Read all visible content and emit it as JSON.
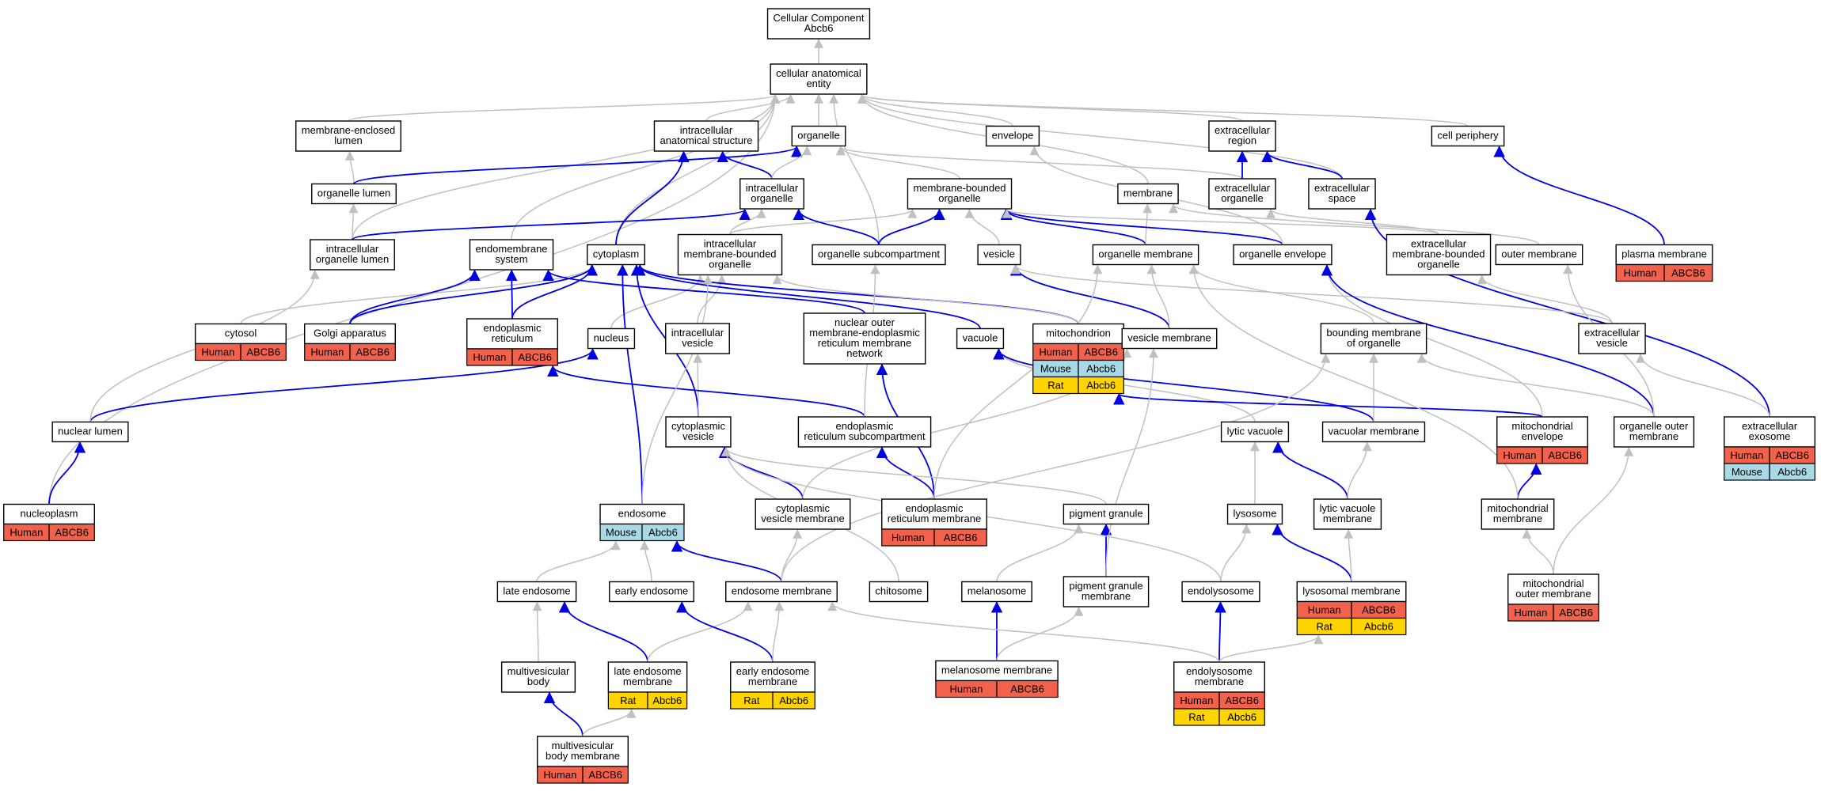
{
  "colors": {
    "human": "#f1614b",
    "mouse": "#a8d9e6",
    "rat": "#ffd400",
    "is_a_edge": "#c0c0c0",
    "part_of_edge": "#0000e0"
  },
  "nodes": [
    {
      "id": "root",
      "lines": [
        "Cellular Component",
        "Abcb6"
      ]
    },
    {
      "id": "cae",
      "lines": [
        "cellular anatomical",
        "entity"
      ]
    },
    {
      "id": "mel_lumen",
      "lines": [
        "membrane-enclosed",
        "lumen"
      ]
    },
    {
      "id": "ias",
      "lines": [
        "intracellular",
        "anatomical structure"
      ]
    },
    {
      "id": "organelle",
      "lines": [
        "organelle"
      ]
    },
    {
      "id": "envelope",
      "lines": [
        "envelope"
      ]
    },
    {
      "id": "ecr",
      "lines": [
        "extracellular",
        "region"
      ]
    },
    {
      "id": "cellper",
      "lines": [
        "cell periphery"
      ]
    },
    {
      "id": "org_lumen",
      "lines": [
        "organelle lumen"
      ]
    },
    {
      "id": "ic_org",
      "lines": [
        "intracellular",
        "organelle"
      ]
    },
    {
      "id": "mbo",
      "lines": [
        "membrane-bounded",
        "organelle"
      ]
    },
    {
      "id": "membrane",
      "lines": [
        "membrane"
      ]
    },
    {
      "id": "ec_org",
      "lines": [
        "extracellular",
        "organelle"
      ]
    },
    {
      "id": "ec_space",
      "lines": [
        "extracellular",
        "space"
      ]
    },
    {
      "id": "icol",
      "lines": [
        "intracellular",
        "organelle lumen"
      ]
    },
    {
      "id": "endomem",
      "lines": [
        "endomembrane",
        "system"
      ]
    },
    {
      "id": "cytoplasm",
      "lines": [
        "cytoplasm"
      ]
    },
    {
      "id": "imbo",
      "lines": [
        "intracellular",
        "membrane-bounded",
        "organelle"
      ]
    },
    {
      "id": "org_sub",
      "lines": [
        "organelle subcompartment"
      ]
    },
    {
      "id": "vesicle",
      "lines": [
        "vesicle"
      ]
    },
    {
      "id": "org_mem",
      "lines": [
        "organelle membrane"
      ]
    },
    {
      "id": "org_env",
      "lines": [
        "organelle envelope"
      ]
    },
    {
      "id": "ec_mbo",
      "lines": [
        "extracellular",
        "membrane-bounded",
        "organelle"
      ]
    },
    {
      "id": "outer_mem",
      "lines": [
        "outer membrane"
      ]
    },
    {
      "id": "plasma_mem",
      "lines": [
        "plasma membrane"
      ],
      "tags": [
        [
          "human",
          "Human",
          "ABCB6"
        ]
      ]
    },
    {
      "id": "cytosol",
      "lines": [
        "cytosol"
      ],
      "tags": [
        [
          "human",
          "Human",
          "ABCB6"
        ]
      ]
    },
    {
      "id": "golgi",
      "lines": [
        "Golgi apparatus"
      ],
      "tags": [
        [
          "human",
          "Human",
          "ABCB6"
        ]
      ]
    },
    {
      "id": "er",
      "lines": [
        "endoplasmic",
        "reticulum"
      ],
      "tags": [
        [
          "human",
          "Human",
          "ABCB6"
        ]
      ]
    },
    {
      "id": "nucleus",
      "lines": [
        "nucleus"
      ]
    },
    {
      "id": "ic_vesicle",
      "lines": [
        "intracellular",
        "vesicle"
      ]
    },
    {
      "id": "nuc_outer",
      "lines": [
        "nuclear outer",
        "membrane-endoplasmic",
        "reticulum membrane",
        "network"
      ]
    },
    {
      "id": "vacuole",
      "lines": [
        "vacuole"
      ]
    },
    {
      "id": "mito",
      "lines": [
        "mitochondrion"
      ],
      "tags": [
        [
          "human",
          "Human",
          "ABCB6"
        ],
        [
          "mouse",
          "Mouse",
          "Abcb6"
        ],
        [
          "rat",
          "Rat",
          "Abcb6"
        ]
      ]
    },
    {
      "id": "ves_mem",
      "lines": [
        "vesicle membrane"
      ]
    },
    {
      "id": "bound_mem",
      "lines": [
        "bounding membrane",
        "of organelle"
      ]
    },
    {
      "id": "ec_vesicle",
      "lines": [
        "extracellular",
        "vesicle"
      ]
    },
    {
      "id": "nuc_lumen",
      "lines": [
        "nuclear lumen"
      ]
    },
    {
      "id": "cyto_ves",
      "lines": [
        "cytoplasmic",
        "vesicle"
      ]
    },
    {
      "id": "er_sub",
      "lines": [
        "endoplasmic",
        "reticulum subcompartment"
      ]
    },
    {
      "id": "lytic_vac",
      "lines": [
        "lytic vacuole"
      ]
    },
    {
      "id": "vac_mem",
      "lines": [
        "vacuolar membrane"
      ]
    },
    {
      "id": "mito_env",
      "lines": [
        "mitochondrial",
        "envelope"
      ],
      "tags": [
        [
          "human",
          "Human",
          "ABCB6"
        ]
      ]
    },
    {
      "id": "org_outer",
      "lines": [
        "organelle outer",
        "membrane"
      ]
    },
    {
      "id": "ec_exosome",
      "lines": [
        "extracellular",
        "exosome"
      ],
      "tags": [
        [
          "human",
          "Human",
          "ABCB6"
        ],
        [
          "mouse",
          "Mouse",
          "Abcb6"
        ]
      ]
    },
    {
      "id": "nucleoplasm",
      "lines": [
        "nucleoplasm"
      ],
      "tags": [
        [
          "human",
          "Human",
          "ABCB6"
        ]
      ]
    },
    {
      "id": "endosome",
      "lines": [
        "endosome"
      ],
      "tags": [
        [
          "mouse",
          "Mouse",
          "Abcb6"
        ]
      ]
    },
    {
      "id": "cyto_ves_mem",
      "lines": [
        "cytoplasmic",
        "vesicle membrane"
      ]
    },
    {
      "id": "er_mem",
      "lines": [
        "endoplasmic",
        "reticulum membrane"
      ],
      "tags": [
        [
          "human",
          "Human",
          "ABCB6"
        ]
      ]
    },
    {
      "id": "pigment",
      "lines": [
        "pigment granule"
      ]
    },
    {
      "id": "lysosome",
      "lines": [
        "lysosome"
      ]
    },
    {
      "id": "lytic_vac_mem",
      "lines": [
        "lytic vacuole",
        "membrane"
      ]
    },
    {
      "id": "mito_mem",
      "lines": [
        "mitochondrial",
        "membrane"
      ]
    },
    {
      "id": "late_endo",
      "lines": [
        "late endosome"
      ]
    },
    {
      "id": "early_endo",
      "lines": [
        "early endosome"
      ]
    },
    {
      "id": "endo_mem",
      "lines": [
        "endosome membrane"
      ]
    },
    {
      "id": "chitosome",
      "lines": [
        "chitosome"
      ]
    },
    {
      "id": "melanosome",
      "lines": [
        "melanosome"
      ]
    },
    {
      "id": "pig_mem",
      "lines": [
        "pigment granule",
        "membrane"
      ]
    },
    {
      "id": "endolyso",
      "lines": [
        "endolysosome"
      ]
    },
    {
      "id": "lyso_mem",
      "lines": [
        "lysosomal membrane"
      ],
      "tags": [
        [
          "human",
          "Human",
          "ABCB6"
        ],
        [
          "rat",
          "Rat",
          "Abcb6"
        ]
      ]
    },
    {
      "id": "mito_outer",
      "lines": [
        "mitochondrial",
        "outer membrane"
      ],
      "tags": [
        [
          "human",
          "Human",
          "ABCB6"
        ]
      ]
    },
    {
      "id": "mvb",
      "lines": [
        "multivesicular",
        "body"
      ]
    },
    {
      "id": "late_endo_mem",
      "lines": [
        "late endosome",
        "membrane"
      ],
      "tags": [
        [
          "rat",
          "Rat",
          "Abcb6"
        ]
      ]
    },
    {
      "id": "early_endo_mem",
      "lines": [
        "early endosome",
        "membrane"
      ],
      "tags": [
        [
          "rat",
          "Rat",
          "Abcb6"
        ]
      ]
    },
    {
      "id": "melano_mem",
      "lines": [
        "melanosome membrane"
      ],
      "tags": [
        [
          "human",
          "Human",
          "ABCB6"
        ]
      ]
    },
    {
      "id": "endolyso_mem",
      "lines": [
        "endolysosome",
        "membrane"
      ],
      "tags": [
        [
          "human",
          "Human",
          "ABCB6"
        ],
        [
          "rat",
          "Rat",
          "Abcb6"
        ]
      ]
    },
    {
      "id": "mvb_mem",
      "lines": [
        "multivesicular",
        "body membrane"
      ],
      "tags": [
        [
          "human",
          "Human",
          "ABCB6"
        ]
      ]
    }
  ],
  "edges": [
    [
      "cae",
      "root",
      "isa"
    ],
    [
      "mel_lumen",
      "cae",
      "isa"
    ],
    [
      "ias",
      "cae",
      "isa"
    ],
    [
      "organelle",
      "cae",
      "isa"
    ],
    [
      "envelope",
      "cae",
      "isa"
    ],
    [
      "ecr",
      "cae",
      "isa"
    ],
    [
      "cellper",
      "cae",
      "isa"
    ],
    [
      "membrane",
      "cae",
      "isa"
    ],
    [
      "ec_space",
      "cae",
      "isa"
    ],
    [
      "endomem",
      "cae",
      "isa"
    ],
    [
      "cytoplasm",
      "cae",
      "isa"
    ],
    [
      "org_sub",
      "cae",
      "isa"
    ],
    [
      "nucleoplasm",
      "cae",
      "isa"
    ],
    [
      "icol",
      "cae",
      "isa"
    ],
    [
      "org_lumen",
      "mel_lumen",
      "isa"
    ],
    [
      "org_lumen",
      "organelle",
      "part"
    ],
    [
      "ic_org",
      "ias",
      "part"
    ],
    [
      "ic_org",
      "organelle",
      "isa"
    ],
    [
      "mbo",
      "organelle",
      "isa"
    ],
    [
      "ec_org",
      "organelle",
      "isa"
    ],
    [
      "ec_org",
      "ecr",
      "part"
    ],
    [
      "ec_space",
      "ecr",
      "part"
    ],
    [
      "plasma_mem",
      "cellper",
      "part"
    ],
    [
      "icol",
      "org_lumen",
      "isa"
    ],
    [
      "icol",
      "ic_org",
      "part"
    ],
    [
      "cytoplasm",
      "ias",
      "part"
    ],
    [
      "imbo",
      "ic_org",
      "isa"
    ],
    [
      "imbo",
      "mbo",
      "isa"
    ],
    [
      "org_sub",
      "ic_org",
      "part"
    ],
    [
      "org_sub",
      "mbo",
      "part"
    ],
    [
      "org_mem",
      "mbo",
      "part"
    ],
    [
      "org_mem",
      "membrane",
      "isa"
    ],
    [
      "org_env",
      "mbo",
      "part"
    ],
    [
      "org_env",
      "envelope",
      "isa"
    ],
    [
      "ec_mbo",
      "ec_org",
      "isa"
    ],
    [
      "ec_mbo",
      "mbo",
      "isa"
    ],
    [
      "outer_mem",
      "membrane",
      "isa"
    ],
    [
      "ec_exosome",
      "ec_space",
      "part"
    ],
    [
      "vesicle",
      "mbo",
      "isa"
    ],
    [
      "cytosol",
      "cytoplasm",
      "isa"
    ],
    [
      "golgi",
      "cytoplasm",
      "part"
    ],
    [
      "golgi",
      "endomem",
      "part"
    ],
    [
      "er",
      "cytoplasm",
      "part"
    ],
    [
      "er",
      "endomem",
      "part"
    ],
    [
      "nucleus",
      "imbo",
      "isa"
    ],
    [
      "ic_vesicle",
      "imbo",
      "isa"
    ],
    [
      "nuc_outer",
      "endomem",
      "part"
    ],
    [
      "vacuole",
      "cytoplasm",
      "part"
    ],
    [
      "mito",
      "cytoplasm",
      "part"
    ],
    [
      "mito",
      "imbo",
      "isa"
    ],
    [
      "ves_mem",
      "vesicle",
      "part"
    ],
    [
      "ves_mem",
      "org_mem",
      "isa"
    ],
    [
      "bound_mem",
      "org_mem",
      "isa"
    ],
    [
      "ec_vesicle",
      "vesicle",
      "isa"
    ],
    [
      "ec_vesicle",
      "ec_mbo",
      "isa"
    ],
    [
      "nuc_lumen",
      "nucleus",
      "part"
    ],
    [
      "nuc_lumen",
      "icol",
      "isa"
    ],
    [
      "cyto_ves",
      "cytoplasm",
      "part"
    ],
    [
      "cyto_ves",
      "ic_vesicle",
      "isa"
    ],
    [
      "er_sub",
      "er",
      "part"
    ],
    [
      "er_sub",
      "org_sub",
      "isa"
    ],
    [
      "lytic_vac",
      "vacuole",
      "isa"
    ],
    [
      "vac_mem",
      "vacuole",
      "part"
    ],
    [
      "vac_mem",
      "bound_mem",
      "isa"
    ],
    [
      "mito_env",
      "mito",
      "part"
    ],
    [
      "mito_env",
      "org_env",
      "isa"
    ],
    [
      "org_outer",
      "org_env",
      "part"
    ],
    [
      "org_outer",
      "outer_mem",
      "isa"
    ],
    [
      "org_outer",
      "bound_mem",
      "isa"
    ],
    [
      "ec_exosome",
      "ec_vesicle",
      "isa"
    ],
    [
      "nucleoplasm",
      "nuc_lumen",
      "part"
    ],
    [
      "endosome",
      "cytoplasm",
      "part"
    ],
    [
      "endosome",
      "imbo",
      "isa"
    ],
    [
      "cyto_ves_mem",
      "cyto_ves",
      "part"
    ],
    [
      "cyto_ves_mem",
      "ves_mem",
      "isa"
    ],
    [
      "er_mem",
      "nuc_outer",
      "part"
    ],
    [
      "er_mem",
      "er_sub",
      "part"
    ],
    [
      "er_mem",
      "org_mem",
      "isa"
    ],
    [
      "pigment",
      "cyto_ves",
      "isa"
    ],
    [
      "lysosome",
      "lytic_vac",
      "isa"
    ],
    [
      "lytic_vac_mem",
      "lytic_vac",
      "part"
    ],
    [
      "lytic_vac_mem",
      "vac_mem",
      "isa"
    ],
    [
      "mito_mem",
      "mito_env",
      "part"
    ],
    [
      "mito_mem",
      "org_mem",
      "isa"
    ],
    [
      "late_endo",
      "endosome",
      "isa"
    ],
    [
      "early_endo",
      "endosome",
      "isa"
    ],
    [
      "endo_mem",
      "endosome",
      "part"
    ],
    [
      "endo_mem",
      "cyto_ves_mem",
      "isa"
    ],
    [
      "endo_mem",
      "bound_mem",
      "isa"
    ],
    [
      "chitosome",
      "cyto_ves",
      "isa"
    ],
    [
      "melanosome",
      "pigment",
      "isa"
    ],
    [
      "pig_mem",
      "pigment",
      "part"
    ],
    [
      "pig_mem",
      "ves_mem",
      "isa"
    ],
    [
      "endolyso",
      "lysosome",
      "isa"
    ],
    [
      "endolyso",
      "cyto_ves",
      "isa"
    ],
    [
      "lyso_mem",
      "lysosome",
      "part"
    ],
    [
      "lyso_mem",
      "lytic_vac_mem",
      "isa"
    ],
    [
      "mito_outer",
      "mito_mem",
      "isa"
    ],
    [
      "mito_outer",
      "org_outer",
      "isa"
    ],
    [
      "mvb",
      "late_endo",
      "isa"
    ],
    [
      "late_endo_mem",
      "late_endo",
      "part"
    ],
    [
      "late_endo_mem",
      "endo_mem",
      "isa"
    ],
    [
      "early_endo_mem",
      "early_endo",
      "part"
    ],
    [
      "early_endo_mem",
      "endo_mem",
      "isa"
    ],
    [
      "melano_mem",
      "melanosome",
      "part"
    ],
    [
      "melano_mem",
      "pig_mem",
      "isa"
    ],
    [
      "endolyso_mem",
      "endolyso",
      "part"
    ],
    [
      "endolyso_mem",
      "lyso_mem",
      "isa"
    ],
    [
      "endolyso_mem",
      "endo_mem",
      "isa"
    ],
    [
      "mvb_mem",
      "mvb",
      "part"
    ],
    [
      "mvb_mem",
      "late_endo_mem",
      "isa"
    ]
  ]
}
